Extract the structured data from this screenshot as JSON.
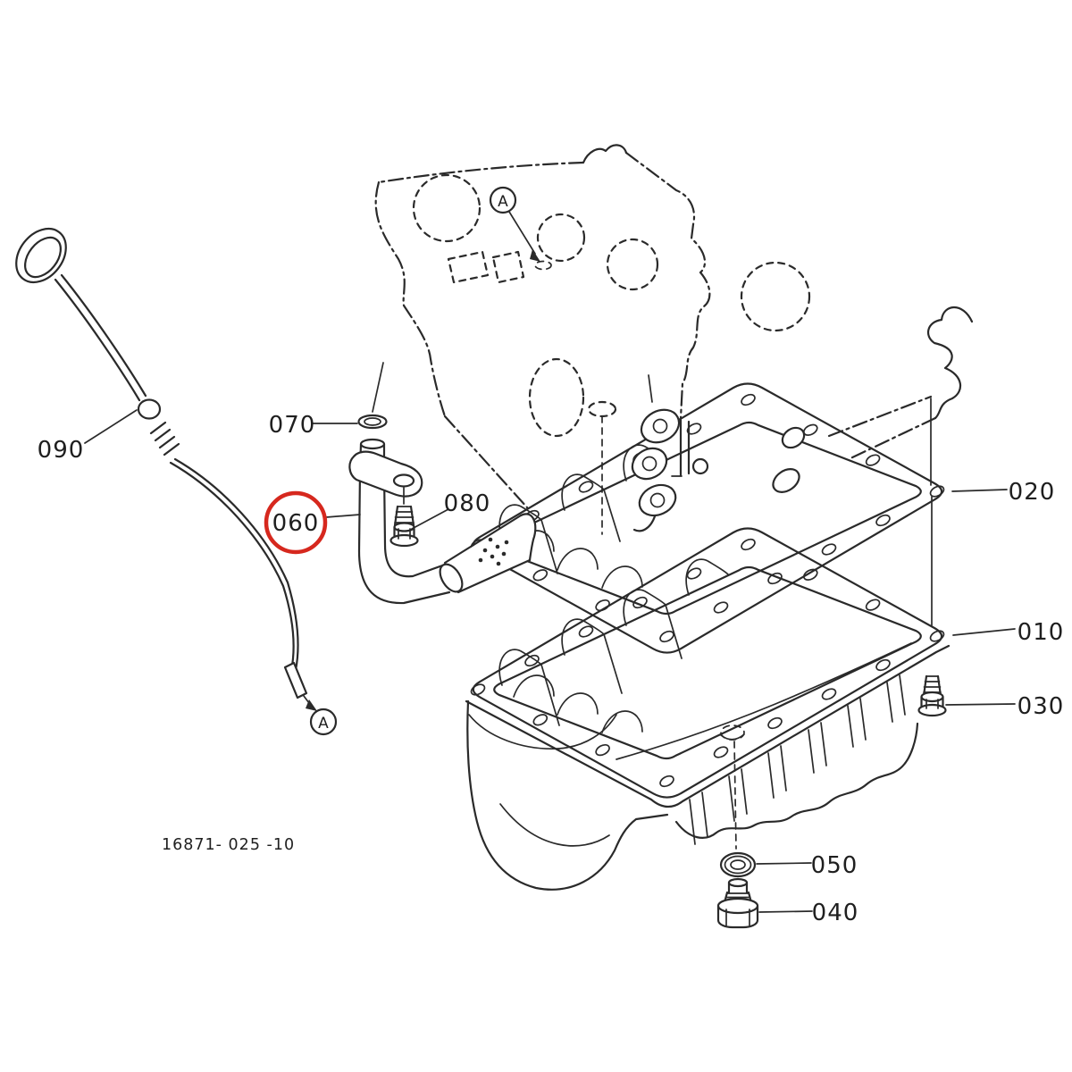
{
  "diagram": {
    "drawing_number": "16871- 025 -10",
    "view_marker": "A",
    "highlighted_callout": "060",
    "colors": {
      "line": "#2a2a2a",
      "highlight": "#d6281e",
      "background": "#ffffff"
    },
    "callouts": [
      {
        "id": "010",
        "text": "010"
      },
      {
        "id": "020",
        "text": "020"
      },
      {
        "id": "030",
        "text": "030"
      },
      {
        "id": "040",
        "text": "040"
      },
      {
        "id": "050",
        "text": "050"
      },
      {
        "id": "060",
        "text": "060"
      },
      {
        "id": "070",
        "text": "070"
      },
      {
        "id": "080",
        "text": "080"
      },
      {
        "id": "090",
        "text": "090"
      }
    ]
  }
}
